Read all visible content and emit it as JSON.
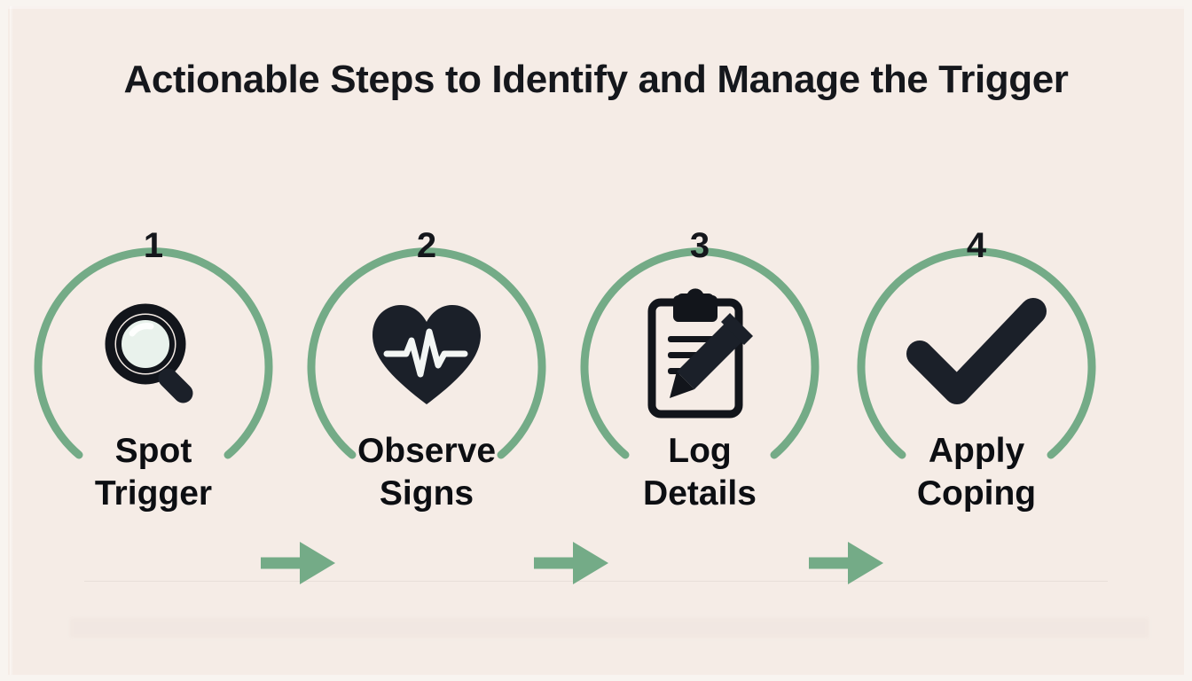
{
  "poster": {
    "title": "Actionable Steps to Identify and Manage the Trigger",
    "background_color": "#f5ece6",
    "frame_color": "#f8f4f0",
    "accent_color": "#74ab87",
    "ink_color": "#15171c"
  },
  "steps": [
    {
      "number": "1",
      "label": "Spot\nTrigger",
      "icon": "magnifying-glass-icon"
    },
    {
      "number": "2",
      "label": "Observe\nSigns",
      "icon": "heart-pulse-icon"
    },
    {
      "number": "3",
      "label": "Log\nDetails",
      "icon": "clipboard-pencil-icon"
    },
    {
      "number": "4",
      "label": "Apply\nCoping",
      "icon": "checkmark-icon"
    }
  ],
  "connectors": [
    {
      "name": "arrow-right-icon",
      "from": "1",
      "to": "2"
    },
    {
      "name": "arrow-right-icon",
      "from": "2",
      "to": "3"
    },
    {
      "name": "arrow-right-icon",
      "from": "3",
      "to": "4"
    }
  ]
}
